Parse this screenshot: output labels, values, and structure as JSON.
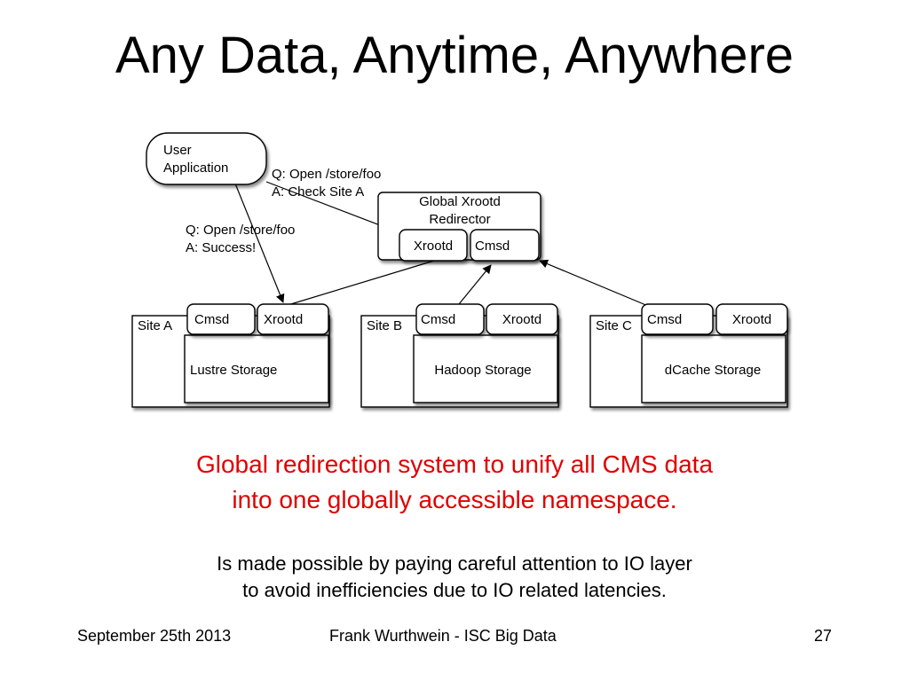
{
  "slide": {
    "title": "Any Data, Anytime, Anywhere"
  },
  "diagram": {
    "user_app": {
      "line1": "User",
      "line2": "Application"
    },
    "query_redirector": {
      "q": "Q: Open /store/foo",
      "a": "A: Check Site A"
    },
    "query_site": {
      "q": "Q: Open /store/foo",
      "a": "A: Success!"
    },
    "redirector": {
      "line1": "Global Xrootd",
      "line2": "Redirector",
      "xrootd_label": "Xrootd",
      "cmsd_label": "Cmsd"
    },
    "sites": [
      {
        "name": "Site A",
        "cmsd_label": "Cmsd",
        "xrootd_label": "Xrootd",
        "storage_label": "Lustre Storage"
      },
      {
        "name": "Site B",
        "cmsd_label": "Cmsd",
        "xrootd_label": "Xrootd",
        "storage_label": "Hadoop Storage"
      },
      {
        "name": "Site C",
        "cmsd_label": "Cmsd",
        "xrootd_label": "Xrootd",
        "storage_label": "dCache Storage"
      }
    ]
  },
  "highlight": {
    "line1": "Global redirection system to unify all CMS data",
    "line2": "into one globally accessible namespace."
  },
  "note": {
    "line1": "Is made possible by paying careful attention to IO layer",
    "line2": "to avoid inefficiencies due to IO related latencies."
  },
  "footer": {
    "date": "September 25th 2013",
    "presenter": "Frank Wurthwein - ISC Big Data",
    "page_number": "27"
  },
  "colors": {
    "highlight": "#e00000",
    "text": "#000000",
    "background": "#ffffff"
  }
}
